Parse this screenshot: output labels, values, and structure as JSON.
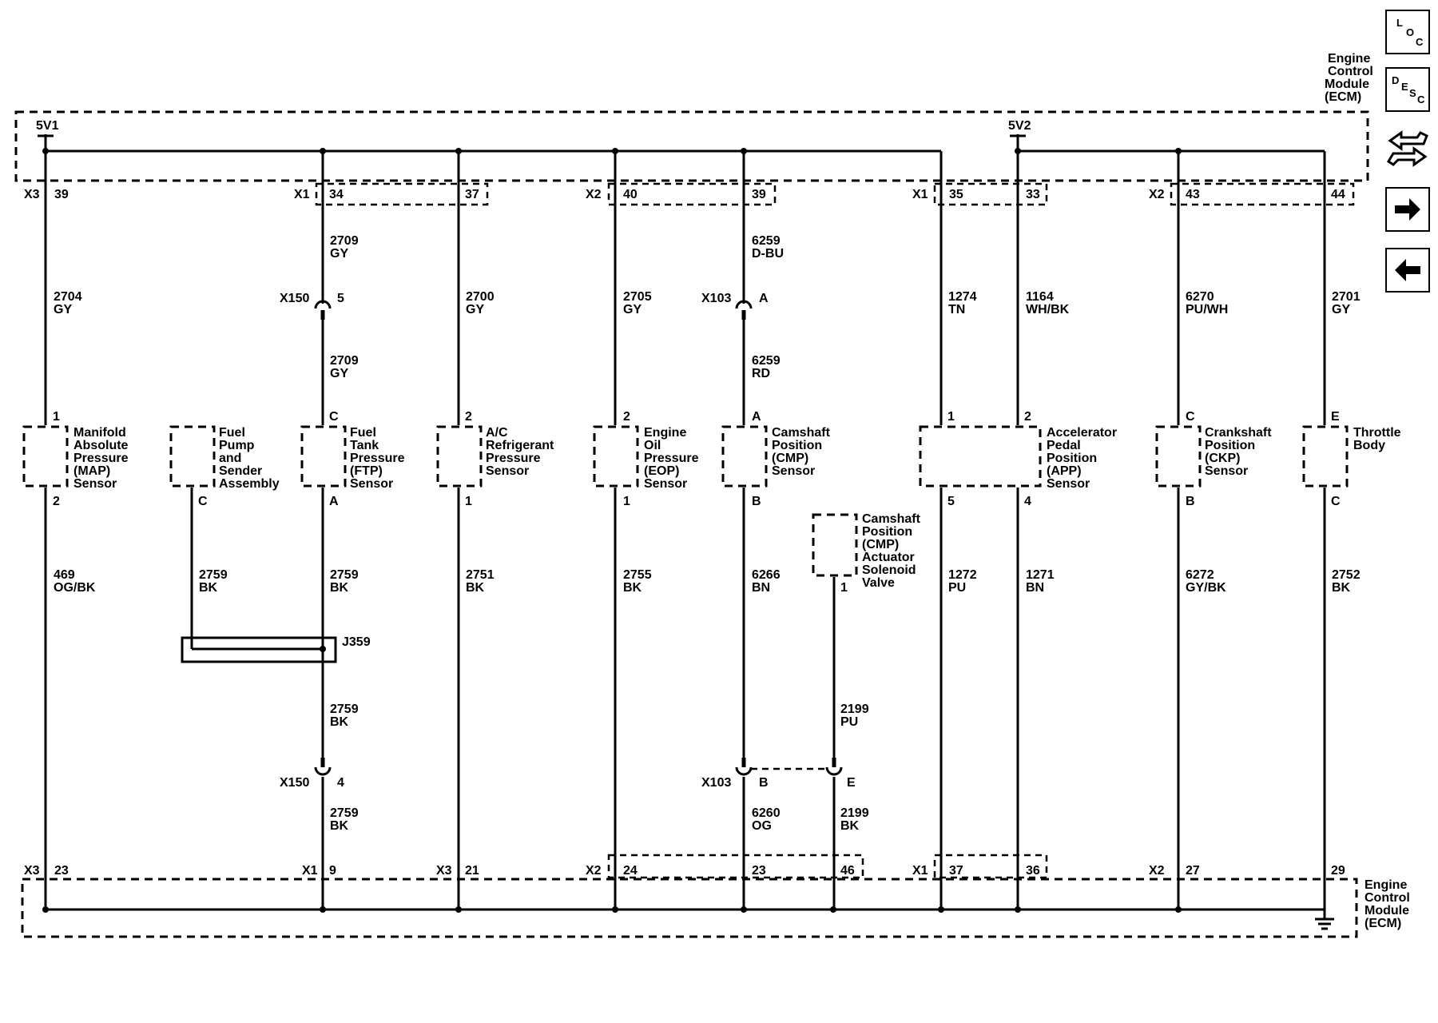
{
  "ecm_label": [
    "Engine",
    "Control",
    "Module",
    "(ECM)"
  ],
  "nav": {
    "loc": [
      "L",
      "O",
      "C"
    ],
    "desc": [
      "D",
      "E",
      "S",
      "C"
    ]
  },
  "rails": {
    "left": "5V1",
    "right": "5V2"
  },
  "top_pins": [
    {
      "connector": "X3",
      "pin": "39"
    },
    {
      "connector": "X1",
      "pin": "34"
    },
    {
      "connector": "",
      "pin": "37"
    },
    {
      "connector": "X2",
      "pin": "40"
    },
    {
      "connector": "",
      "pin": "39"
    },
    {
      "connector": "X1",
      "pin": "35"
    },
    {
      "connector": "",
      "pin": "33"
    },
    {
      "connector": "X2",
      "pin": "43"
    },
    {
      "connector": "",
      "pin": "44"
    }
  ],
  "bottom_pins": [
    {
      "connector": "X3",
      "pin": "23"
    },
    {
      "connector": "X1",
      "pin": "9"
    },
    {
      "connector": "X3",
      "pin": "21"
    },
    {
      "connector": "X2",
      "pin": "24"
    },
    {
      "connector": "",
      "pin": "23"
    },
    {
      "connector": "",
      "pin": "46"
    },
    {
      "connector": "X1",
      "pin": "37"
    },
    {
      "connector": "",
      "pin": "36"
    },
    {
      "connector": "X2",
      "pin": "27"
    },
    {
      "connector": "",
      "pin": "29"
    }
  ],
  "wire_labels": [
    {
      "circuit": "2704",
      "color": "GY"
    },
    {
      "circuit": "2709",
      "color": "GY"
    },
    {
      "circuit": "2709",
      "color": "GY"
    },
    {
      "circuit": "2700",
      "color": "GY"
    },
    {
      "circuit": "2705",
      "color": "GY"
    },
    {
      "circuit": "6259",
      "color": "D-BU"
    },
    {
      "circuit": "6259",
      "color": "RD"
    },
    {
      "circuit": "1274",
      "color": "TN"
    },
    {
      "circuit": "1164",
      "color": "WH/BK"
    },
    {
      "circuit": "6270",
      "color": "PU/WH"
    },
    {
      "circuit": "2701",
      "color": "GY"
    },
    {
      "circuit": "469",
      "color": "OG/BK"
    },
    {
      "circuit": "2759",
      "color": "BK"
    },
    {
      "circuit": "2759",
      "color": "BK"
    },
    {
      "circuit": "2751",
      "color": "BK"
    },
    {
      "circuit": "2755",
      "color": "BK"
    },
    {
      "circuit": "6266",
      "color": "BN"
    },
    {
      "circuit": "1272",
      "color": "PU"
    },
    {
      "circuit": "1271",
      "color": "BN"
    },
    {
      "circuit": "6272",
      "color": "GY/BK"
    },
    {
      "circuit": "2752",
      "color": "BK"
    },
    {
      "circuit": "2759",
      "color": "BK"
    },
    {
      "circuit": "2199",
      "color": "PU"
    },
    {
      "circuit": "2759",
      "color": "BK"
    },
    {
      "circuit": "6260",
      "color": "OG"
    },
    {
      "circuit": "2199",
      "color": "BK"
    }
  ],
  "inline_connectors": [
    {
      "name": "X150",
      "pin": "5"
    },
    {
      "name": "X103",
      "pin": "A"
    },
    {
      "name": "X150",
      "pin": "4"
    },
    {
      "name": "X103",
      "pin": "B"
    },
    {
      "name": "",
      "pin": "E"
    }
  ],
  "splice": "J359",
  "sensor_pins": [
    "1",
    "C",
    "2",
    "2",
    "A",
    "1",
    "2",
    "C",
    "E",
    "2",
    "C",
    "A",
    "1",
    "1",
    "B",
    "5",
    "4",
    "B",
    "C",
    "1"
  ],
  "components": [
    {
      "name": [
        "Manifold",
        "Absolute",
        "Pressure",
        "(MAP)",
        "Sensor"
      ]
    },
    {
      "name": [
        "Fuel",
        "Pump",
        "and",
        "Sender",
        "Assembly"
      ]
    },
    {
      "name": [
        "Fuel",
        "Tank",
        "Pressure",
        "(FTP)",
        "Sensor"
      ]
    },
    {
      "name": [
        "A/C",
        "Refrigerant",
        "Pressure",
        "Sensor"
      ]
    },
    {
      "name": [
        "Engine",
        "Oil",
        "Pressure",
        "(EOP)",
        "Sensor"
      ]
    },
    {
      "name": [
        "Camshaft",
        "Position",
        "(CMP)",
        "Sensor"
      ]
    },
    {
      "name": [
        "Accelerator",
        "Pedal",
        "Position",
        "(APP)",
        "Sensor"
      ]
    },
    {
      "name": [
        "Crankshaft",
        "Position",
        "(CKP)",
        "Sensor"
      ]
    },
    {
      "name": [
        "Throttle",
        "Body"
      ]
    },
    {
      "name": [
        "Camshaft",
        "Position",
        "(CMP)",
        "Actuator",
        "Solenoid",
        "Valve"
      ]
    }
  ]
}
